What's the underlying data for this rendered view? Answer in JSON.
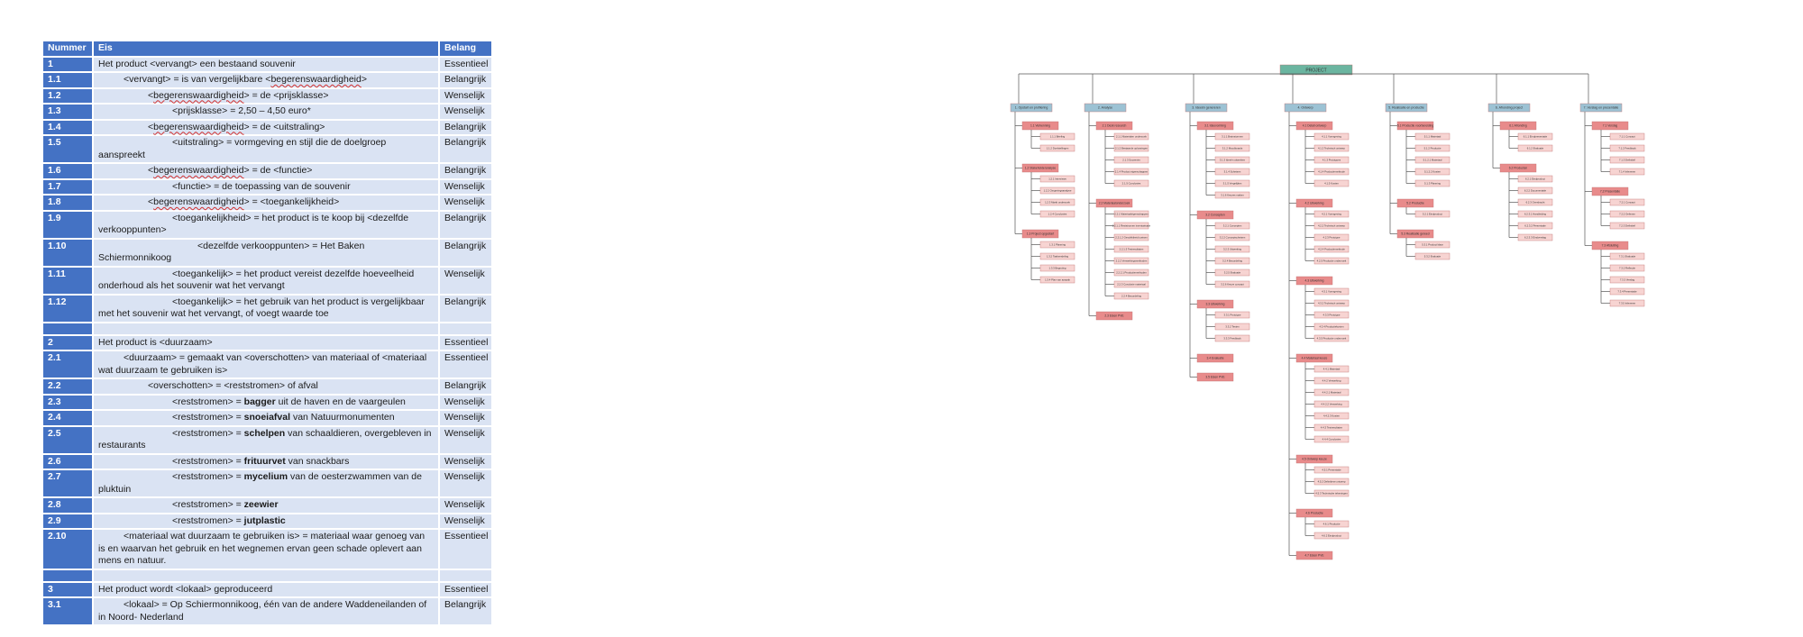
{
  "requirements_table": {
    "headers": [
      "Nummer",
      "Eis",
      "Belang"
    ],
    "rows": [
      {
        "nr": "1",
        "eis": "Het product <vervangt> een bestaand souvenir",
        "belang": "Essentieel",
        "indent": 0
      },
      {
        "nr": "1.1",
        "eis": "<vervangt> = is van vergelijkbare <begerenswaardigheid>",
        "belang": "Belangrijk",
        "indent": 1
      },
      {
        "nr": "1.2",
        "eis": "<begerenswaardigheid> = de <prijsklasse>",
        "belang": "Wenselijk",
        "indent": 2
      },
      {
        "nr": "1.3",
        "eis": "<prijsklasse> = 2,50 – 4,50 euro*",
        "belang": "Wenselijk",
        "indent": 3
      },
      {
        "nr": "1.4",
        "eis": "<begerenswaardigheid> = de <uitstraling>",
        "belang": "Belangrijk",
        "indent": 2
      },
      {
        "nr": "1.5",
        "eis": "<uitstraling> = vormgeving en stijl die de doelgroep aanspreekt",
        "belang": "Belangrijk",
        "indent": 3
      },
      {
        "nr": "1.6",
        "eis": "<begerenswaardigheid> = de <functie>",
        "belang": "Belangrijk",
        "indent": 2
      },
      {
        "nr": "1.7",
        "eis": "<functie> = de toepassing van de souvenir",
        "belang": "Wenselijk",
        "indent": 3
      },
      {
        "nr": "1.8",
        "eis": "<begerenswaardigheid> = <toegankelijkheid>",
        "belang": "Wenselijk",
        "indent": 2
      },
      {
        "nr": "1.9",
        "eis": "<toegankelijkheid> = het product is te koop bij <dezelfde verkooppunten>",
        "belang": "Belangrijk",
        "indent": 3
      },
      {
        "nr": "1.10",
        "eis": "<dezelfde verkooppunten> = Het Baken Schiermonnikoog",
        "belang": "Belangrijk",
        "indent": 4
      },
      {
        "nr": "1.11",
        "eis": "<toegankelijk> = het product vereist dezelfde hoeveelheid onderhoud als het souvenir wat het vervangt",
        "belang": "Wenselijk",
        "indent": 3
      },
      {
        "nr": "1.12",
        "eis": "<toegankelijk> = het gebruik van het product is vergelijkbaar met het souvenir wat het vervangt, of voegt waarde toe",
        "belang": "Belangrijk",
        "indent": 3
      },
      {
        "nr": "",
        "eis": "",
        "belang": "",
        "indent": 0,
        "blank": true
      },
      {
        "nr": "2",
        "eis": "Het product is <duurzaam>",
        "belang": "Essentieel",
        "indent": 0
      },
      {
        "nr": "2.1",
        "eis": "<duurzaam> = gemaakt van <overschotten> van materiaal of <materiaal wat duurzaam te gebruiken is>",
        "belang": "Essentieel",
        "indent": 1
      },
      {
        "nr": "2.2",
        "eis": "<overschotten> = <reststromen> of afval",
        "belang": "Belangrijk",
        "indent": 2
      },
      {
        "nr": "2.3",
        "eis_pre": "<reststromen> = ",
        "eis_bold": "bagger",
        "eis_post": " uit de haven en de vaargeulen",
        "belang": "Wenselijk",
        "indent": 3
      },
      {
        "nr": "2.4",
        "eis_pre": "<reststromen> = ",
        "eis_bold": "snoeiafval",
        "eis_post": " van Natuurmonumenten",
        "belang": "Wenselijk",
        "indent": 3
      },
      {
        "nr": "2.5",
        "eis_pre": "<reststromen> = ",
        "eis_bold": "schelpen",
        "eis_post": " van schaaldieren, overgebleven in restaurants",
        "belang": "Wenselijk",
        "indent": 3
      },
      {
        "nr": "2.6",
        "eis_pre": "<reststromen> = ",
        "eis_bold": "frituurvet",
        "eis_post": " van snackbars",
        "belang": "Wenselijk",
        "indent": 3
      },
      {
        "nr": "2.7",
        "eis_pre": "<reststromen> = ",
        "eis_bold": "mycelium",
        "eis_post": " van de oesterzwammen van de pluktuin",
        "belang": "Wenselijk",
        "indent": 3
      },
      {
        "nr": "2.8",
        "eis_pre": "<reststromen> = ",
        "eis_bold": "zeewier",
        "eis_post": "",
        "belang": "Wenselijk",
        "indent": 3
      },
      {
        "nr": "2.9",
        "eis_pre": "<reststromen> = ",
        "eis_bold": "jutplastic",
        "eis_post": "",
        "belang": "Wenselijk",
        "indent": 3
      },
      {
        "nr": "2.10",
        "eis": "<materiaal wat duurzaam te gebruiken is> = materiaal waar genoeg van is en waarvan het gebruik en het wegnemen ervan geen schade oplevert aan mens en natuur.",
        "belang": "Essentieel",
        "indent": 1
      },
      {
        "nr": "",
        "eis": "",
        "belang": "",
        "indent": 0,
        "blank": true
      },
      {
        "nr": "3",
        "eis": "Het product wordt <lokaal> geproduceerd",
        "belang": "Essentieel",
        "indent": 0
      },
      {
        "nr": "3.1",
        "eis": "<lokaal> = Op Schiermonnikoog, één van de andere Waddeneilanden of in Noord- Nederland",
        "belang": "Belangrijk",
        "indent": 1
      }
    ]
  },
  "wbs_chart": {
    "root": "PROJECT",
    "colors": {
      "root": "#6bb5a0",
      "level1": "#9cc2d4",
      "level2": "#e88b8b",
      "level3": "#f7d4d2",
      "line": "#555555"
    },
    "columns": [
      {
        "label": "1. Opstart en profilering",
        "items": [
          {
            "label": "1.1 Verkenning",
            "children": [
              "1.1.1 Briefing",
              "1.1.2 Doelstellingen"
            ]
          },
          {
            "label": "1.2 Stakeholderanalyse",
            "children": [
              "1.2.1 Interviews",
              "1.2.2 Omgevingsanalyse",
              "1.2.3 Markt onderzoek",
              "1.2.4 Conclusies"
            ]
          },
          {
            "label": "1.3 Project opgestart",
            "children": [
              "1.3.1 Planning",
              "1.3.2 Taakverdeling",
              "1.3.3 Begroting",
              "1.3.4 Plan van aanpak"
            ]
          }
        ]
      },
      {
        "label": "2. Analyse",
        "items": [
          {
            "label": "2.1 Desk research",
            "children": [
              "2.1.1 Materialen onderzoek",
              "2.1.2 Bestaande oplossingen",
              "2.1.3 Souvenirs",
              "2.1.4 Product eigenschappen",
              "2.1.5 Conclusies"
            ]
          },
          {
            "label": "2.2 Materiaalonderzoek",
            "children": [
              "2.2.1 Materiaaleigenschappen",
              "2.2.1.1 Reststromen inventarisatie",
              "2.2.1.2 Geschiktheid toetsen",
              "2.2.1.3 Testresultaten",
              "2.2.2 Verwerkingsmethoden",
              "2.2.2.1 Productiemethoden",
              "2.2.3 Conclusie materiaal",
              "2.2.4 Beoordeling"
            ]
          },
          {
            "label": "2.3 Eisen PVE",
            "children": []
          }
        ]
      },
      {
        "label": "3. Ideeën genereren",
        "items": [
          {
            "label": "3.1 Ideevorming",
            "children": [
              "3.1.1 Brainstormen",
              "3.1.2 Moodboards",
              "3.1.3 Ideeën uitwerken",
              "3.1.4 Schetsen",
              "3.1.5 Vergelijken",
              "3.1.6 Keuzes maken"
            ]
          },
          {
            "label": "3.2 Concepten",
            "children": [
              "3.2.1 Concepten",
              "3.2.2 Conceptschetsen",
              "3.2.3 Uitwerking",
              "3.2.4 Beoordeling",
              "3.2.5 Evaluatie",
              "3.2.6 Keuze concept"
            ]
          },
          {
            "label": "3.3 Uitwerking",
            "children": [
              "3.3.1 Prototype",
              "3.3.2 Testen",
              "3.3.3 Feedback"
            ]
          },
          {
            "label": "3.4 Evaluatie",
            "children": []
          },
          {
            "label": "3.5 Eisen PVE",
            "children": []
          }
        ]
      },
      {
        "label": "4. Ontwerp",
        "items": [
          {
            "label": "4.1 Detail ontwerp",
            "children": [
              "4.1.1 Vormgeving",
              "4.1.2 Technisch ontwerp",
              "4.1.3 Prototypes",
              "4.1.4 Productiemethode",
              "4.1.5 Kosten"
            ]
          },
          {
            "label": "4.2 Uitwerking",
            "children": [
              "4.2.1 Vormgeving",
              "4.2.2 Technisch ontwerp",
              "4.2.3 Prototype",
              "4.2.4 Productiemethode",
              "4.2.5 Productie onderzoek"
            ]
          },
          {
            "label": "4.3 Uitwerking",
            "children": [
              "4.3.1 Vormgeving",
              "4.3.2 Technisch ontwerp",
              "4.3.3 Prototype",
              "4.3.4 Productiekosten",
              "4.3.5 Productie onderzoek"
            ]
          },
          {
            "label": "4.4 Materiaal keuze",
            "children": [
              "4.4.1 Materiaal",
              "4.4.2 Verwerking",
              "4.4.2.1 Materiaal",
              "4.4.2.2 Verwerking",
              "4.4.2.3 Kosten",
              "4.4.3 Testresultaten",
              "4.4.4 Conclusies"
            ]
          },
          {
            "label": "4.5 Ontwerp keuze",
            "children": [
              "4.5.1 Presentatie",
              "4.5.2 Definitieve ontwerp",
              "4.5.3 Technische tekeningen"
            ]
          },
          {
            "label": "4.6 Productie",
            "children": [
              "4.6.1 Productie",
              "4.6.2 Eindproduct"
            ]
          },
          {
            "label": "4.7 Eisen PVE",
            "children": []
          }
        ]
      },
      {
        "label": "5. Realisatie en productie",
        "items": [
          {
            "label": "5.1 Productie voorbereiding",
            "children": [
              "5.1.1 Materiaal",
              "5.1.2 Productie",
              "5.1.2.1 Materiaal",
              "5.1.2.2 Kosten",
              "5.1.3 Planning"
            ]
          },
          {
            "label": "5.2 Productie",
            "children": [
              "5.2.1 Eindproduct"
            ]
          },
          {
            "label": "5.3 Realisatie gereed",
            "children": [
              "5.3.1 Product klaar",
              "5.3.2 Evaluatie"
            ]
          }
        ]
      },
      {
        "label": "6. Afronding project",
        "items": [
          {
            "label": "6.1 Afronding",
            "children": [
              "6.1.1 Eindpresentatie",
              "6.1.2 Evaluatie"
            ]
          },
          {
            "label": "6.2 Producten",
            "children": [
              "6.2.1 Eindproduct",
              "6.2.2 Documentatie",
              "6.2.3 Overdracht",
              "6.2.3.1 Handleiding",
              "6.2.3.2 Presentatie",
              "6.2.3.3 Eindverslag"
            ]
          }
        ]
      },
      {
        "label": "7. Verslag en presentatie",
        "items": [
          {
            "label": "7.1 Verslag",
            "children": [
              "7.1.1 Concept",
              "7.1.2 Feedback",
              "7.1.3 Definitief",
              "7.1.4 Inleveren"
            ]
          },
          {
            "label": "7.2 Presentatie",
            "children": [
              "7.2.1 Concept",
              "7.2.2 Oefenen",
              "7.2.3 Definitief"
            ]
          },
          {
            "label": "7.3 Afsluiting",
            "children": [
              "7.3.1 Evaluatie",
              "7.3.2 Reflectie",
              "7.3.3 Verslag",
              "7.3.4 Presentatie",
              "7.3.5 Inleveren"
            ]
          }
        ]
      }
    ]
  }
}
